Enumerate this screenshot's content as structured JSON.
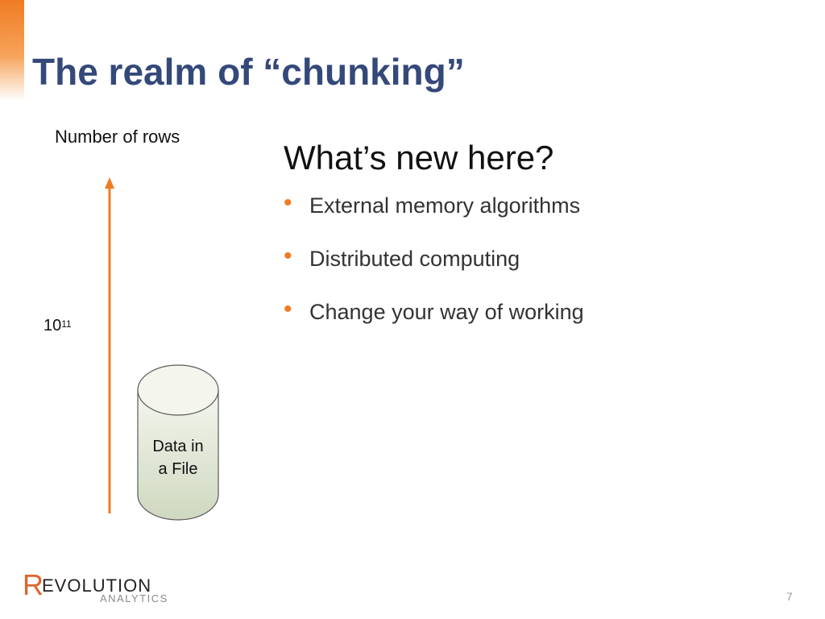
{
  "slide": {
    "title": "The realm of “chunking”",
    "page_number": "7",
    "accent_color": "#f07b23",
    "title_color": "#34497a"
  },
  "diagram": {
    "axis_label": "Number of rows",
    "tick_base": "10",
    "tick_exponent": "11",
    "cylinder_label_line1": "Data in",
    "cylinder_label_line2": "a File",
    "arrow_icon": "arrow-up-icon",
    "cylinder_icon": "database-cylinder-icon"
  },
  "content": {
    "heading": "What’s new here?",
    "bullets": [
      "External memory algorithms",
      "Distributed computing",
      "Change your way of working"
    ]
  },
  "logo": {
    "initial": "R",
    "main": "EVOLUTION",
    "sub": "ANALYTICS"
  }
}
